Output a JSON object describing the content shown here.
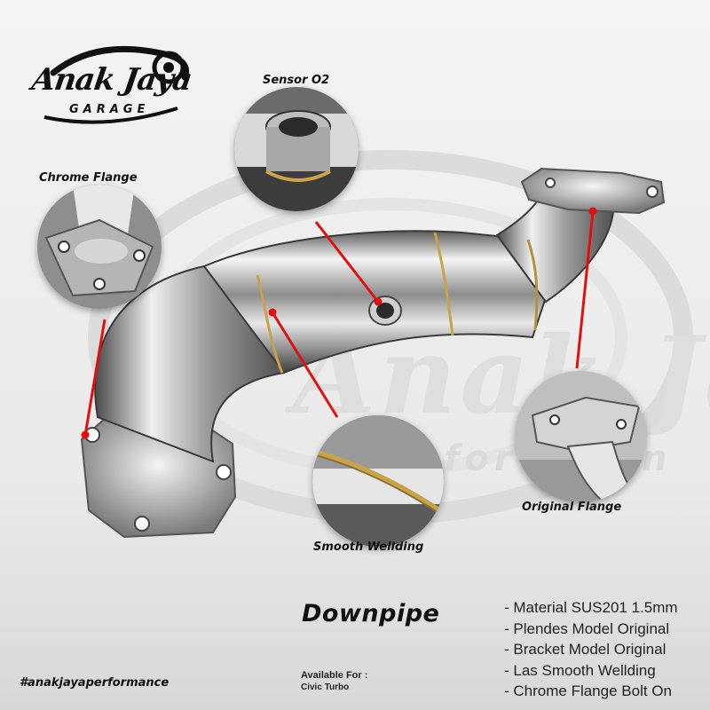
{
  "brand": {
    "logo_main": "Anak Jaya",
    "logo_sub": "GARAGE",
    "watermark_text": "Anak Jaya",
    "watermark_sub": "for  m a n"
  },
  "callouts": {
    "sensor": "Sensor O2",
    "chrome_flange": "Chrome Flange",
    "original_flange": "Original Flange",
    "welding": "Smooth Wellding"
  },
  "product": {
    "title": "Downpipe",
    "specs": [
      "- Material SUS201 1.5mm",
      "- Plendes Model Original",
      "- Bracket Model Original",
      "- Las Smooth Wellding",
      "- Chrome Flange Bolt On"
    ],
    "available_label": "Available For :",
    "available_value": "Civic Turbo"
  },
  "hashtag": "#anakjayaperformance",
  "colors": {
    "pointer_line": "#e01010",
    "chrome_light": "#f2f2f2",
    "chrome_dark": "#4a4a4a",
    "weld_gold": "#c9a24a",
    "text": "#111111"
  }
}
